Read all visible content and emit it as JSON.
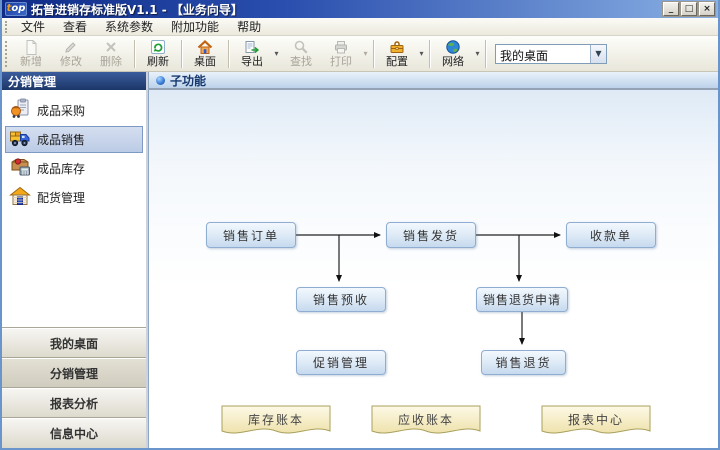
{
  "colors": {
    "titlebar_start": "#0f2b87",
    "titlebar_end": "#8ab0e4",
    "sidebar_header_bg": "#1c3668",
    "selection_bg": "#c5d3ea",
    "flow_box_border": "#8fadd0",
    "flow_box_fill": "#dce9f6",
    "doc_fill": "#f9f2d4",
    "doc_border": "#aaa25e"
  },
  "window": {
    "title": "拓普进销存标准版V1.1 - 【业务向导】",
    "logo": "top",
    "controls": {
      "minimize": "_",
      "maximize": "□",
      "close": "×"
    }
  },
  "menu": {
    "items": [
      "文件",
      "查看",
      "系统参数",
      "附加功能",
      "帮助"
    ]
  },
  "toolbar": {
    "buttons": [
      {
        "label": "新增",
        "icon": "new-document",
        "enabled": false
      },
      {
        "label": "修改",
        "icon": "edit",
        "enabled": false
      },
      {
        "label": "删除",
        "icon": "delete",
        "enabled": false
      },
      {
        "label": "刷新",
        "icon": "refresh",
        "enabled": true
      },
      {
        "label": "桌面",
        "icon": "desktop-home",
        "enabled": true
      },
      {
        "label": "导出",
        "icon": "export",
        "enabled": true,
        "dropdown": true
      },
      {
        "label": "查找",
        "icon": "search",
        "enabled": false
      },
      {
        "label": "打印",
        "icon": "print",
        "enabled": false,
        "dropdown": true
      },
      {
        "label": "配置",
        "icon": "toolbox",
        "enabled": true,
        "dropdown": true
      },
      {
        "label": "网络",
        "icon": "globe",
        "enabled": true,
        "dropdown": true
      }
    ],
    "combo_value": "我的桌面"
  },
  "sidebar": {
    "header": "分销管理",
    "items": [
      {
        "label": "成品采购",
        "icon": "purchase",
        "selected": false
      },
      {
        "label": "成品销售",
        "icon": "sales-truck",
        "selected": true
      },
      {
        "label": "成品库存",
        "icon": "inventory",
        "selected": false
      },
      {
        "label": "配货管理",
        "icon": "distribution-house",
        "selected": false
      }
    ],
    "sections": [
      {
        "label": "我的桌面",
        "active": false
      },
      {
        "label": "分销管理",
        "active": true
      },
      {
        "label": "报表分析",
        "active": false
      },
      {
        "label": "信息中心",
        "active": false
      }
    ]
  },
  "main": {
    "header": "子功能",
    "flow_boxes": [
      {
        "label": "销售订单"
      },
      {
        "label": "销售发货"
      },
      {
        "label": "收款单"
      },
      {
        "label": "销售预收"
      },
      {
        "label": "销售退货申请"
      },
      {
        "label": "促销管理"
      },
      {
        "label": "销售退货"
      }
    ],
    "documents": [
      {
        "label": "库存账本"
      },
      {
        "label": "应收账本"
      },
      {
        "label": "报表中心"
      }
    ]
  }
}
